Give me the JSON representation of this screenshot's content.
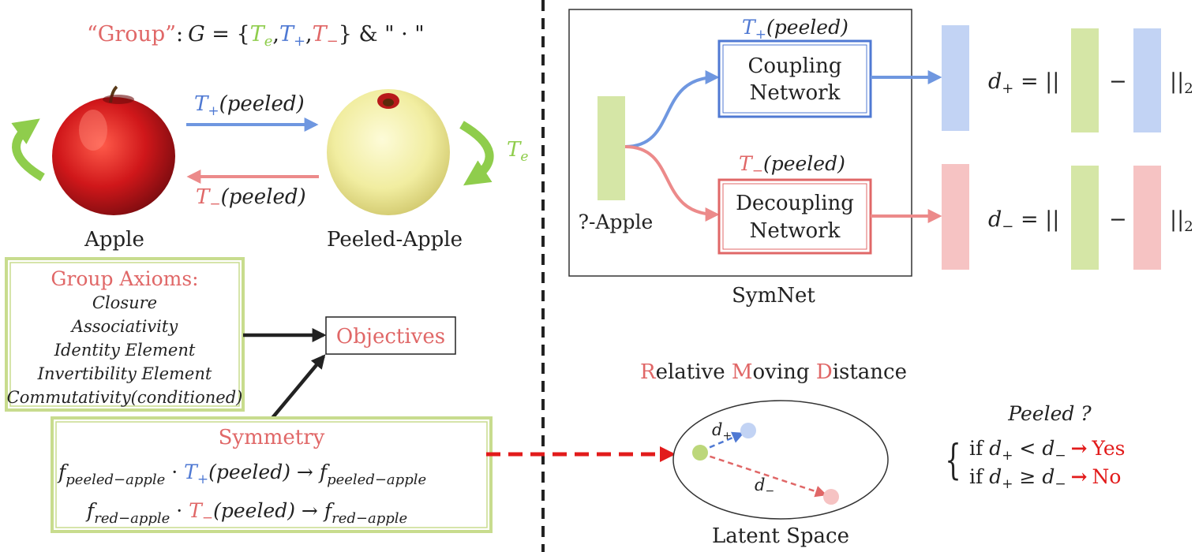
{
  "colors": {
    "red": "#e06767",
    "blue": "#4f79d3",
    "green": "#8fcd4c",
    "black": "#222222",
    "boxGreen": "#c8dc8e",
    "fillGreen": "#d5e6a6",
    "fillBlue": "#c2d3f4",
    "fillPink": "#f6c3c3",
    "arrowRed": "#e21b1b"
  },
  "group": {
    "label": "“Group”",
    "colon": ":",
    "G": "G",
    "eq": " = {",
    "te": "T",
    "te_sub": "e",
    "comma1": ",",
    "tplus": "T",
    "tplus_sub": "+",
    "comma2": ",",
    "tminus": "T",
    "tminus_sub": "−",
    "close": "} & \" · \""
  },
  "left": {
    "tplus_label": {
      "T": "T",
      "sub": "+",
      "rest": "(peeled)"
    },
    "tminus_label": {
      "T": "T",
      "sub": "−",
      "rest": "(peeled)"
    },
    "te_label": {
      "T": "T",
      "sub": "e"
    },
    "apple_caption": "Apple",
    "peeled_caption": "Peeled-Apple"
  },
  "axioms": {
    "title": "Group Axioms:",
    "items": [
      "Closure",
      "Associativity",
      "Identity Element",
      "Invertibility Element",
      "Commutativity(conditioned)"
    ]
  },
  "objectives": "Objectives",
  "symmetry": {
    "title": "Symmetry",
    "line1": {
      "f": "f",
      "f_sub": "peeled−apple",
      "dot": " · ",
      "T": "T",
      "T_sub": "+",
      "mid": "(peeled) → ",
      "f2": "f",
      "f2_sub": "peeled−apple"
    },
    "line2": {
      "f": "f",
      "f_sub": "red−apple",
      "dot": " · ",
      "T": "T",
      "T_sub": "−",
      "mid": "(peeled) → ",
      "f2": "f",
      "f2_sub": "red−apple"
    }
  },
  "symnet": {
    "caption": "SymNet",
    "input_label": "?-Apple",
    "tplus_label": {
      "T": "T",
      "sub": "+",
      "rest": "(peeled)"
    },
    "tminus_label": {
      "T": "T",
      "sub": "−",
      "rest": "(peeled)"
    },
    "coupling": [
      "Coupling",
      "Network"
    ],
    "decoupling": [
      "Decoupling",
      "Network"
    ]
  },
  "distances": {
    "dplus": {
      "d": "d",
      "sub": "+",
      "eq": " = ||",
      "minus": "−",
      "norm": "||",
      "norm_sub": "2"
    },
    "dminus": {
      "d": "d",
      "sub": "−",
      "eq": " = ||",
      "minus": "−",
      "norm": "||",
      "norm_sub": "2"
    }
  },
  "rmd": {
    "title_parts": [
      {
        "text": "R",
        "accent": true
      },
      {
        "text": "elative ",
        "accent": false
      },
      {
        "text": "M",
        "accent": true
      },
      {
        "text": "oving ",
        "accent": false
      },
      {
        "text": "D",
        "accent": true
      },
      {
        "text": "istance",
        "accent": false
      }
    ],
    "latent_caption": "Latent Space",
    "dplus": {
      "d": "d",
      "sub": "+"
    },
    "dminus": {
      "d": "d",
      "sub": "−"
    }
  },
  "decision": {
    "question": "Peeled ?",
    "brace": "{",
    "if1": {
      "if": "if ",
      "d1": "d",
      "s1": "+",
      "op": " < ",
      "d2": "d",
      "s2": "−",
      "arrow": "→",
      "answer": "Yes"
    },
    "if2": {
      "if": "if ",
      "d1": "d",
      "s1": "+",
      "op": " ≥ ",
      "d2": "d",
      "s2": "−",
      "arrow": "→",
      "answer": "No"
    }
  }
}
